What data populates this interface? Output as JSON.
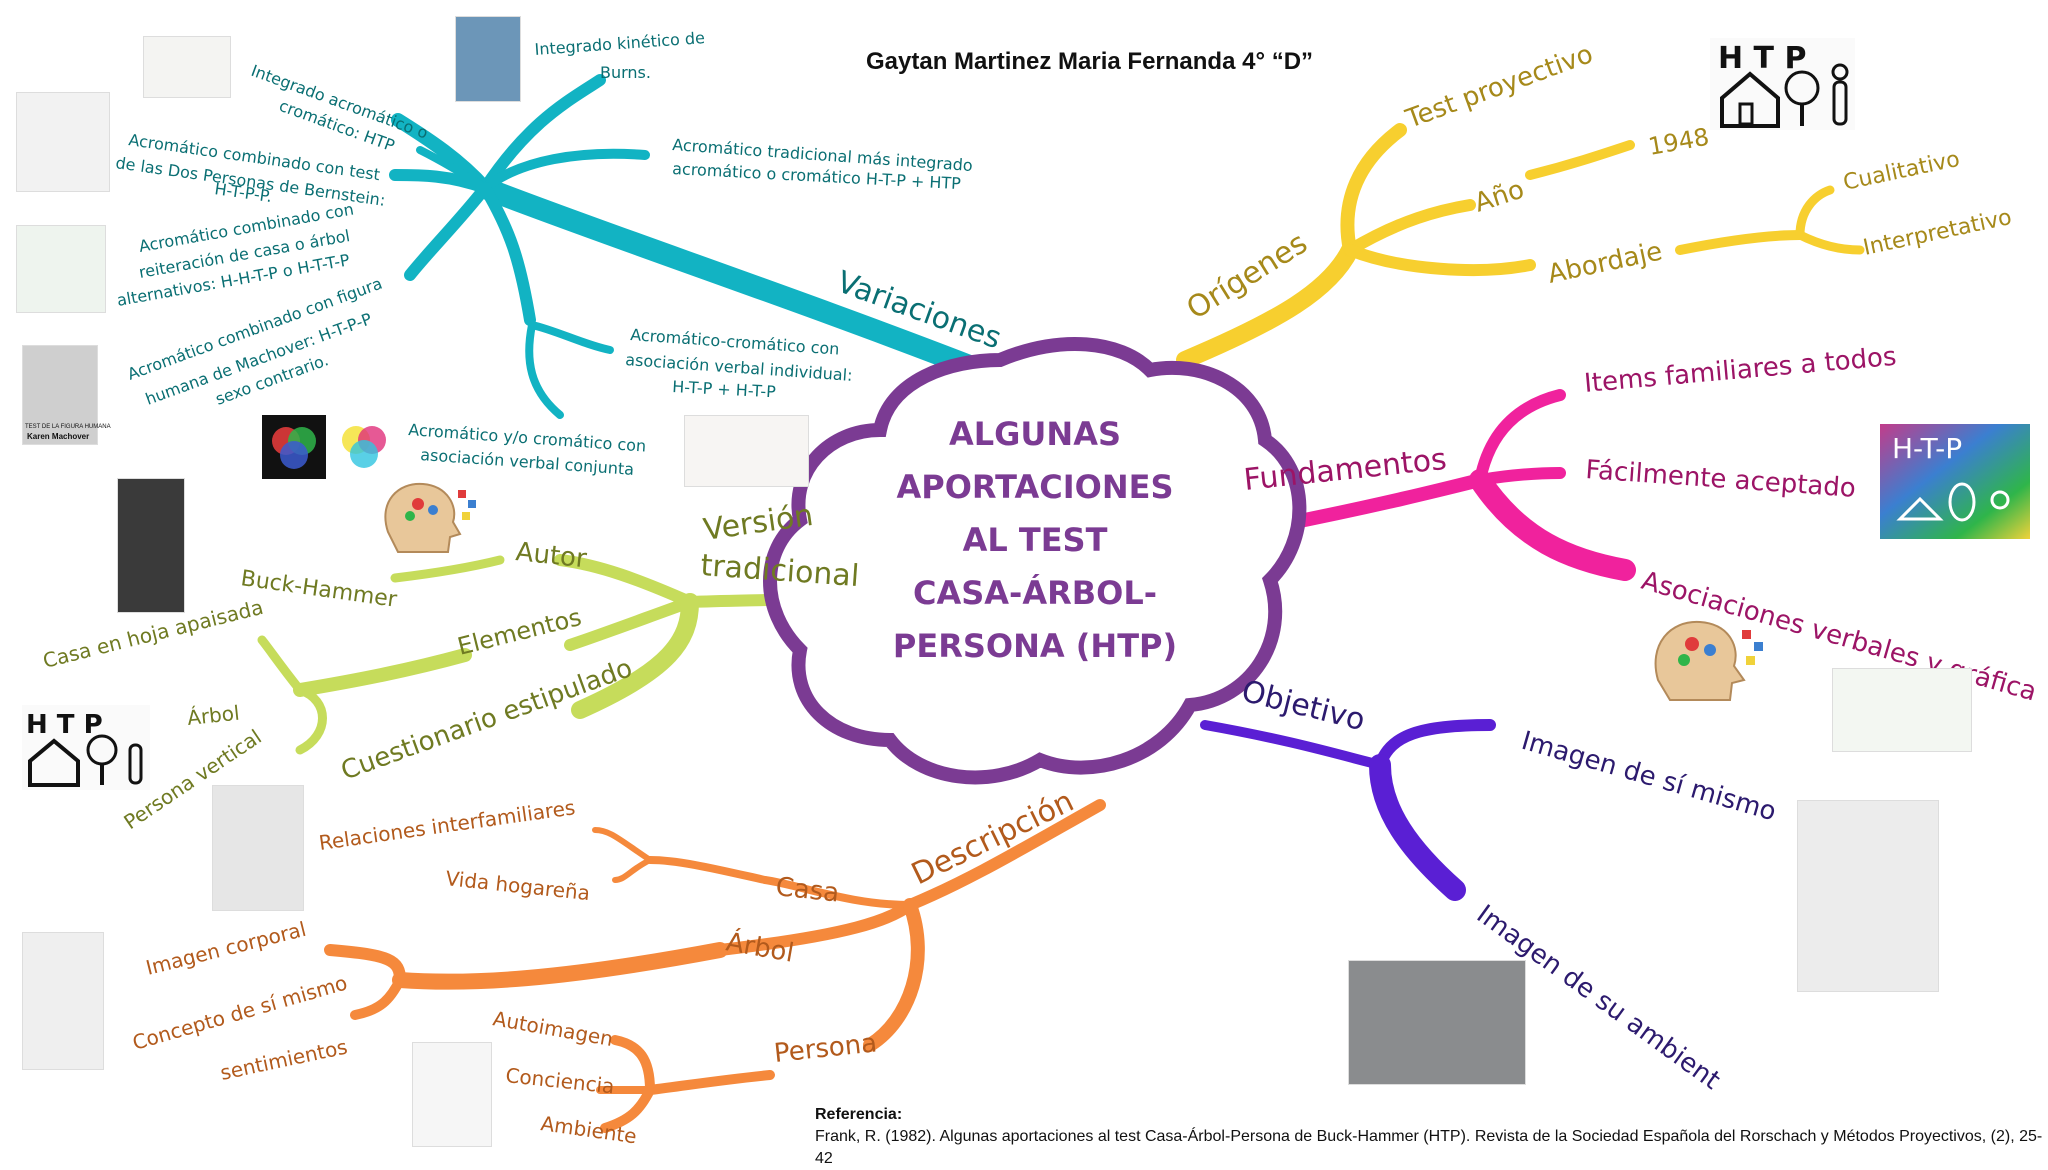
{
  "author": "Gaytan Martinez Maria Fernanda 4° “D”",
  "center": [
    "ALGUNAS",
    "APORTACIONES",
    "AL TEST",
    "CASA-ÁRBOL-",
    "PERSONA (HTP)"
  ],
  "colors": {
    "center": "#7b3b93",
    "variaciones": "#12b3c3",
    "variaciones_text": "#0a6f73",
    "origenes": "#f7cf2f",
    "origenes_text": "#a6891a",
    "fundamentos": "#f0229d",
    "fundamentos_text": "#9c1466",
    "objetivo": "#5a1fd4",
    "objetivo_text": "#2c1a6e",
    "version": "#c6dc5b",
    "version_text": "#6f7a22",
    "descripcion": "#f5893c",
    "descripcion_text": "#b25a1c"
  },
  "branches": {
    "origenes": {
      "label": "Orígenes",
      "test": "Test proyectivo",
      "anio": "Año",
      "anio_value": "1948",
      "abordaje": "Abordaje",
      "abordaje_items": [
        "Cualitativo",
        "Interpretativo"
      ]
    },
    "fundamentos": {
      "label": "Fundamentos",
      "items": [
        "Items familiares a todos",
        "Fácilmente aceptado",
        "Asociaciones verbales y gráfica"
      ]
    },
    "objetivo": {
      "label": "Objetivo",
      "items": [
        "Imagen de sí mismo",
        "Imagen de su ambient"
      ]
    },
    "variaciones": {
      "label": "Variaciones",
      "items": [
        "Integrado kinético de",
        "Burns.",
        "Integrado acromático o",
        "cromático: HTP",
        "Acromático combinado con test",
        "de las Dos Personas de Bernstein:",
        "H-T-P-P.",
        "Acromático combinado con",
        "reiteración de casa o árbol",
        "alternativos: H-H-T-P o H-T-T-P",
        "Acromático combinado con figura",
        "humana de Machover: H-T-P-P",
        "sexo contrario.",
        "Acromático tradicional más integrado",
        "acromático o cromático H-T-P + HTP",
        "Acromático-cromático con",
        "asociación verbal individual:",
        "H-T-P + H-T-P",
        "Acromático y/o cromático con",
        "asociación verbal conjunta"
      ]
    },
    "version": {
      "label1": "Versión",
      "label2": "tradicional",
      "autor": "Autor",
      "autor_value": "Buck-Hammer",
      "elementos": "Elementos",
      "elementos_items": [
        "Casa en hoja apaisada",
        "Árbol",
        "Persona vertical"
      ],
      "cuestionario": "Cuestionario estipulado"
    },
    "descripcion": {
      "label": "Descripción",
      "casa": "Casa",
      "casa_items": [
        "Relaciones interfamiliares",
        "Vida hogareña"
      ],
      "arbol": "Árbol",
      "arbol_items": [
        "Imagen corporal",
        "Concepto de sí mismo",
        "sentimientos"
      ],
      "persona": "Persona",
      "persona_items": [
        "Autoimagen",
        "Conciencia",
        "Ambiente"
      ]
    }
  },
  "images": {
    "htp_logo": "H T P",
    "htp_banner": "H-T-P",
    "book_caption": "TEST DE LA FIGURA HUMANA",
    "book_author": "Karen Machover"
  },
  "reference": {
    "title": "Referencia:",
    "text": "Frank, R. (1982). Algunas aportaciones al test Casa-Árbol-Persona de Buck-Hammer (HTP). Revista de la Sociedad Española del Rorschach y Métodos Proyectivos, (2), 25-42"
  }
}
